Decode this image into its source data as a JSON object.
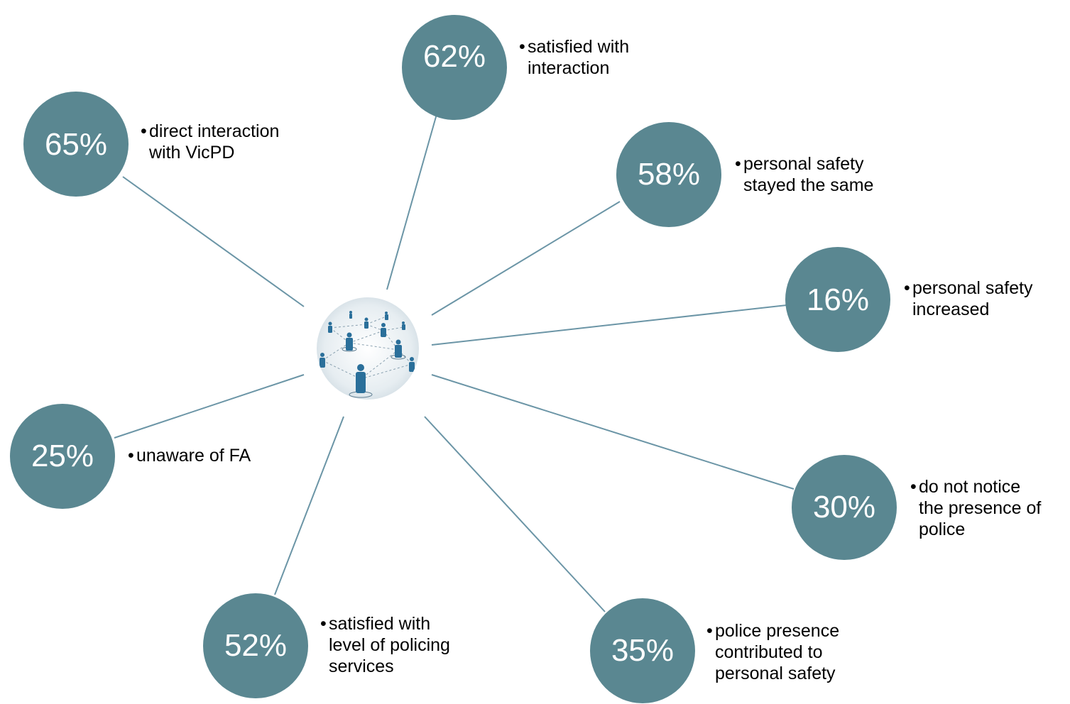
{
  "hub": {
    "icon": "network-people-icon"
  },
  "stats": [
    {
      "id": "interaction-satisfaction",
      "value": "62%",
      "label": "satisfied with\ninteraction"
    },
    {
      "id": "direct-interaction",
      "value": "65%",
      "label": "direct interaction\nwith VicPD"
    },
    {
      "id": "safety-same",
      "value": "58%",
      "label": "personal safety\nstayed the same"
    },
    {
      "id": "safety-increased",
      "value": "16%",
      "label": "personal safety\nincreased"
    },
    {
      "id": "unaware-fa",
      "value": "25%",
      "label": "unaware of FA"
    },
    {
      "id": "not-notice-police",
      "value": "30%",
      "label": "do not notice\nthe presence of\npolice"
    },
    {
      "id": "policing-satisfaction",
      "value": "52%",
      "label": "satisfied with\nlevel of policing\nservices"
    },
    {
      "id": "presence-safety",
      "value": "35%",
      "label": "police presence\ncontributed to\npersonal safety"
    }
  ],
  "colors": {
    "circle": "#5a8791",
    "line": "#6b95a6",
    "text": "#000000",
    "percent_text": "#ffffff"
  }
}
